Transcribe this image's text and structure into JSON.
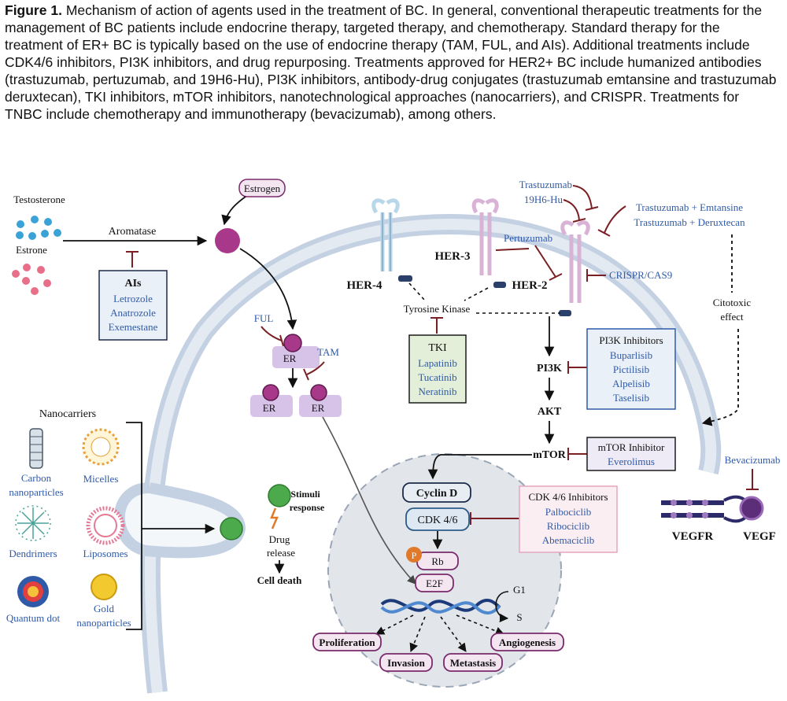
{
  "caption": {
    "label": "Figure 1.",
    "text": "Mechanism of action of agents used in the treatment of BC. In general, conventional therapeutic treatments for the management of BC patients include endocrine therapy, targeted therapy, and chemotherapy. Standard therapy for the treatment of ER+ BC is typically based on the use of endocrine therapy (TAM, FUL, and AIs). Additional treatments include CDK4/6 inhibitors, PI3K inhibitors, and drug repurposing. Treatments approved for HER2+ BC include humanized antibodies (trastuzumab, pertuzumab, and 19H6-Hu), PI3K inhibitors, antibody-drug conjugates (trastuzumab emtansine and trastuzumab deruxtecan), TKI inhibitors, mTOR inhibitors, nanotechnological approaches (nanocarriers), and CRISPR. Treatments for TNBC include chemotherapy and immunotherapy (bevacizumab), among others."
  },
  "labels": {
    "testosterone": "Testosterone",
    "estrone": "Estrone",
    "aromatase": "Aromatase",
    "estrogen": "Estrogen",
    "ful": "FUL",
    "tam": "TAM",
    "er": "ER",
    "her4": "HER-4",
    "her3": "HER-3",
    "her2": "HER-2",
    "pertuzumab": "Pertuzumab",
    "trastuzumab": "Trastuzumab",
    "h19": "19H6-Hu",
    "adc1": "Trastuzumab + Emtansine",
    "adc2": "Trastuzumab + Deruxtecan",
    "crispr": "CRISPR/CAS9",
    "tyrosine_kinase": "Tyrosine Kinase",
    "citotoxic1": "Citotoxic",
    "citotoxic2": "effect",
    "pi3k": "PI3K",
    "akt": "AKT",
    "mtor": "mTOR",
    "cyclin_d": "Cyclin D",
    "cdk46": "CDK 4/6",
    "p": "P",
    "rb": "Rb",
    "e2f": "E2F",
    "g1": "G1",
    "s": "S",
    "vegfr": "VEGFR",
    "vegf": "VEGF",
    "bevacizumab": "Bevacizumab",
    "nanocarriers": "Nanocarriers",
    "stimuli1": "Stimuli",
    "stimuli2": "response",
    "drug1": "Drug",
    "drug2": "release",
    "cell_death": "Cell death"
  },
  "boxes": {
    "ais": {
      "title": "AIs",
      "items": [
        "Letrozole",
        "Anatrozole",
        "Exemestane"
      ]
    },
    "tki": {
      "title": "TKI",
      "items": [
        "Lapatinib",
        "Tucatinib",
        "Neratinib"
      ]
    },
    "pi3k_inhib": {
      "title": "PI3K Inhibitors",
      "items": [
        "Buparlisib",
        "Pictilisib",
        "Alpelisib",
        "Taselisib"
      ]
    },
    "mtor_inhib": {
      "title": "mTOR Inhibitor",
      "items": [
        "Everolimus"
      ]
    },
    "cdk_inhib": {
      "title": "CDK 4/6 Inhibitors",
      "items": [
        "Palbociclib",
        "Ribociclib",
        "Abemaciclib"
      ]
    }
  },
  "nanocarrier_items": [
    {
      "line1": "Carbon",
      "line2": "nanoparticles"
    },
    {
      "line1": "Micelles",
      "line2": ""
    },
    {
      "line1": "Dendrimers",
      "line2": ""
    },
    {
      "line1": "Liposomes",
      "line2": ""
    },
    {
      "line1": "Quantum dot",
      "line2": ""
    },
    {
      "line1": "Gold",
      "line2": "nanoparticles"
    }
  ],
  "outcomes": [
    "Proliferation",
    "Invasion",
    "Metastasis",
    "Angiogenesis"
  ],
  "colors": {
    "membrane_outer": "#c3d1e2",
    "membrane_inner": "#e4eaf1",
    "nucleus_fill": "#e2e5e9",
    "estrogen_magenta": "#a8398a",
    "er_box": "#d8c3e8",
    "inhibitor_red": "#7a1f24",
    "blue_text": "#2f5aa8",
    "pill_border": "#7a2a6a",
    "pill_fill": "#f3e6f1"
  }
}
